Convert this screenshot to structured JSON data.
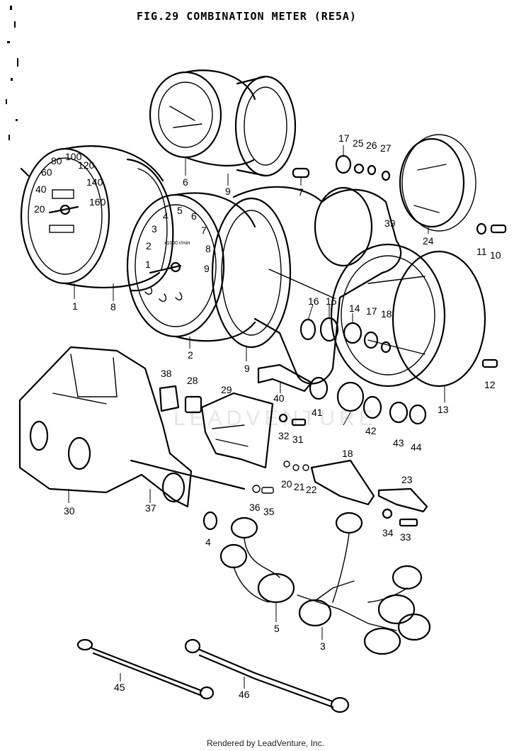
{
  "figure": {
    "title": "FIG.29  COMBINATION METER (RE5A)",
    "footer": "Rendered by LeadVenture, Inc.",
    "watermark": "LEADVENTURE"
  },
  "dial_text": {
    "speedo_scale": [
      "20",
      "40",
      "60",
      "80",
      "100",
      "120",
      "140",
      "160"
    ],
    "tacho_scale": [
      "1",
      "2",
      "3",
      "4",
      "5",
      "6",
      "7",
      "8",
      "9"
    ],
    "tacho_unit": "x1000 r/min"
  },
  "callouts": [
    {
      "id": "c1",
      "label": "1"
    },
    {
      "id": "c2",
      "label": "2"
    },
    {
      "id": "c3",
      "label": "3"
    },
    {
      "id": "c4",
      "label": "4"
    },
    {
      "id": "c5",
      "label": "5"
    },
    {
      "id": "c6",
      "label": "6"
    },
    {
      "id": "c7",
      "label": "7"
    },
    {
      "id": "c8",
      "label": "8"
    },
    {
      "id": "c9a",
      "label": "9"
    },
    {
      "id": "c9b",
      "label": "9"
    },
    {
      "id": "c10",
      "label": "10"
    },
    {
      "id": "c11",
      "label": "11"
    },
    {
      "id": "c12",
      "label": "12"
    },
    {
      "id": "c13",
      "label": "13"
    },
    {
      "id": "c14",
      "label": "14"
    },
    {
      "id": "c15",
      "label": "15"
    },
    {
      "id": "c16",
      "label": "16"
    },
    {
      "id": "c17a",
      "label": "17"
    },
    {
      "id": "c17b",
      "label": "17"
    },
    {
      "id": "c18a",
      "label": "18"
    },
    {
      "id": "c18b",
      "label": "18"
    },
    {
      "id": "c20",
      "label": "20"
    },
    {
      "id": "c21",
      "label": "21"
    },
    {
      "id": "c22",
      "label": "22"
    },
    {
      "id": "c23",
      "label": "23"
    },
    {
      "id": "c24",
      "label": "24"
    },
    {
      "id": "c25",
      "label": "25"
    },
    {
      "id": "c26",
      "label": "26"
    },
    {
      "id": "c27",
      "label": "27"
    },
    {
      "id": "c28",
      "label": "28"
    },
    {
      "id": "c29",
      "label": "29"
    },
    {
      "id": "c30",
      "label": "30"
    },
    {
      "id": "c31",
      "label": "31"
    },
    {
      "id": "c32",
      "label": "32"
    },
    {
      "id": "c33",
      "label": "33"
    },
    {
      "id": "c34",
      "label": "34"
    },
    {
      "id": "c35",
      "label": "35"
    },
    {
      "id": "c36",
      "label": "36"
    },
    {
      "id": "c37",
      "label": "37"
    },
    {
      "id": "c38",
      "label": "38"
    },
    {
      "id": "c39",
      "label": "39"
    },
    {
      "id": "c40",
      "label": "40"
    },
    {
      "id": "c41",
      "label": "41"
    },
    {
      "id": "c42",
      "label": "42"
    },
    {
      "id": "c43",
      "label": "43"
    },
    {
      "id": "c44",
      "label": "44"
    },
    {
      "id": "c45",
      "label": "45"
    },
    {
      "id": "c46",
      "label": "46"
    }
  ]
}
